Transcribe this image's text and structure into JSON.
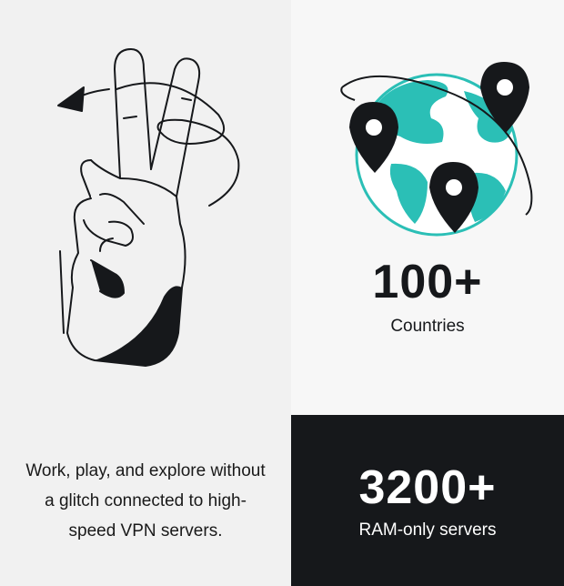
{
  "countries": {
    "value": "100+",
    "label": "Countries"
  },
  "servers": {
    "value": "3200+",
    "label": "RAM-only servers"
  },
  "tagline": "Work, play, and explore without a glitch connected to high-speed VPN servers.",
  "colors": {
    "accent": "#2bbfb6",
    "dark": "#16181b",
    "light_bg": "#f1f1f1"
  },
  "icons": {
    "hand": "peace-sign-hand-icon",
    "globe": "globe-with-location-pins-icon"
  }
}
